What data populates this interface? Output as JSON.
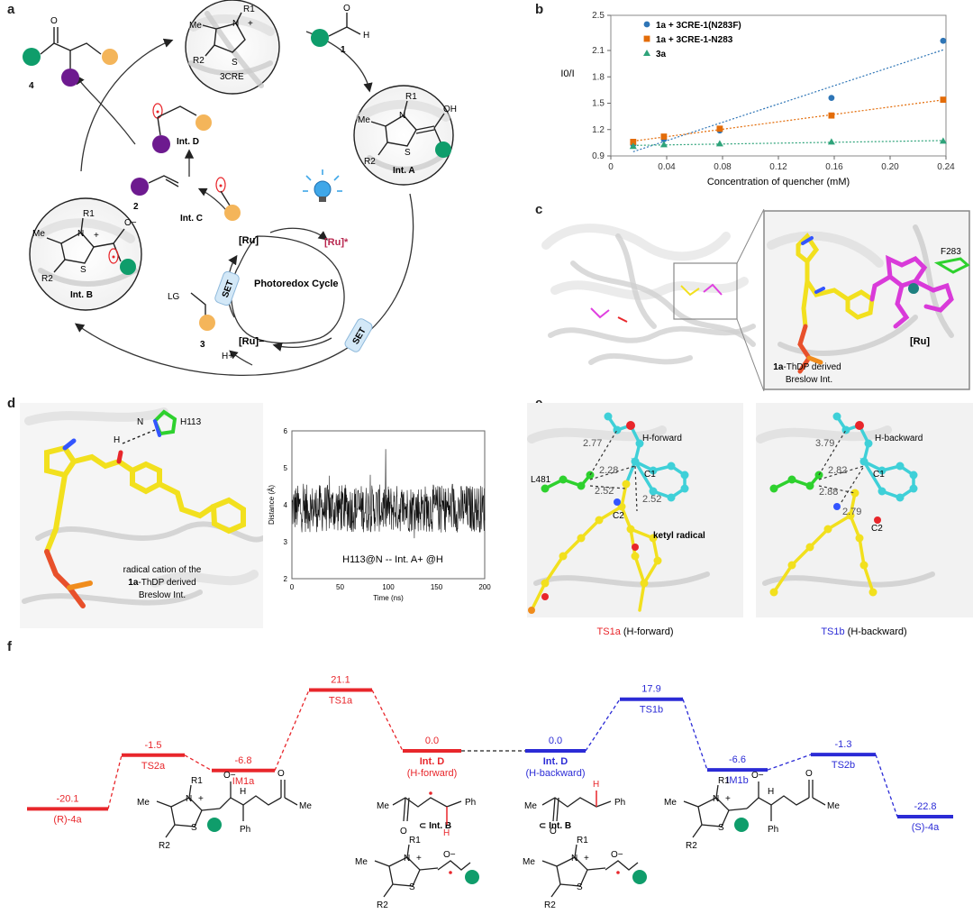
{
  "panels": [
    "a",
    "b",
    "c",
    "d",
    "e",
    "f"
  ],
  "panel_a": {
    "circle_3cre": "3CRE",
    "int_a": "Int. A",
    "int_b": "Int. B",
    "int_c": "Int. C",
    "int_d": "Int. D",
    "compound_1": "1",
    "compound_2": "2",
    "compound_3": "3",
    "compound_4": "4",
    "ru": "[Ru]",
    "ru_star": "[Ru]*",
    "ru_minus": "[Ru]−",
    "set1": "SET",
    "set2": "SET",
    "photoredox": "Photoredox Cycle",
    "hplus": "H+",
    "lg": "LG",
    "me": "Me",
    "r1": "R1",
    "r2": "R2",
    "oh": "OH",
    "o_minus": "O−",
    "s": "S",
    "n": "N",
    "h": "H",
    "o": "O",
    "plus": "+"
  },
  "chart_data": {
    "type": "scatter",
    "title": "",
    "xlabel": "Concentration of quencher (mM)",
    "ylabel": "I0/I",
    "xlim": [
      0,
      0.24
    ],
    "ylim": [
      0.9,
      2.5
    ],
    "xticks": [
      "0",
      "0.04",
      "0.08",
      "0.12",
      "0.16",
      "0.20",
      "0.24"
    ],
    "yticks": [
      "0.9",
      "1.2",
      "1.5",
      "1.8",
      "2.1",
      "2.5"
    ],
    "legend_position": "top-left",
    "series": [
      {
        "name": "1a + 3CRE-1(N283F)",
        "color": "#2e75b6",
        "marker": "circle",
        "x": [
          0.016,
          0.038,
          0.078,
          0.158,
          0.238
        ],
        "y": [
          1.03,
          1.09,
          1.19,
          1.56,
          2.21
        ]
      },
      {
        "name": "1a + 3CRE-1-N283",
        "color": "#e36c09",
        "marker": "square",
        "x": [
          0.016,
          0.038,
          0.078,
          0.158,
          0.238
        ],
        "y": [
          1.06,
          1.12,
          1.21,
          1.36,
          1.54
        ]
      },
      {
        "name": "3a",
        "color": "#2ea37a",
        "marker": "triangle",
        "x": [
          0.016,
          0.038,
          0.078,
          0.158,
          0.238
        ],
        "y": [
          1.01,
          1.03,
          1.04,
          1.06,
          1.07
        ]
      }
    ]
  },
  "panel_c": {
    "f283": "F283",
    "ru": "[Ru]",
    "caption_bold": "1a",
    "caption_rest": "-ThDP derived",
    "caption_line2": "Breslow Int."
  },
  "panel_d": {
    "h": "H",
    "n": "N",
    "h113": "H113",
    "caption1": "radical cation of the",
    "caption2_bold": "1a",
    "caption2_rest": "-ThDP derived",
    "caption3": "Breslow Int.",
    "md_chart": {
      "xlabel": "Time (ns)",
      "ylabel": "Distance (Å)",
      "xticks": [
        "0",
        "50",
        "100",
        "150",
        "200"
      ],
      "yticks": [
        "2",
        "3",
        "4",
        "5",
        "6"
      ],
      "annotation": "H113@N -- Int. A+ @H"
    }
  },
  "panel_e": {
    "left": {
      "distances": [
        "2.77",
        "2.28",
        "2.52",
        "2.52"
      ],
      "labels": [
        "H-forward",
        "L481",
        "C1",
        "C2",
        "ketyl radical"
      ],
      "caption_ts": "TS1a",
      "caption_rest": " (H-forward)"
    },
    "right": {
      "distances": [
        "3.79",
        "2.82",
        "2.88",
        "2.79"
      ],
      "labels": [
        "H-backward",
        "C1",
        "C2"
      ],
      "caption_ts": "TS1b",
      "caption_rest": " (H-backward)"
    }
  },
  "panel_f": {
    "red_levels": [
      {
        "value": "-20.1",
        "label": "(R)-4a"
      },
      {
        "value": "-1.5",
        "label": "TS2a"
      },
      {
        "value": "-6.8",
        "label": "IM1a"
      },
      {
        "value": "21.1",
        "label": "TS1a"
      },
      {
        "value": "0.0",
        "label": "Int. D",
        "sub": "(H-forward)"
      }
    ],
    "blue_levels": [
      {
        "value": "0.0",
        "label": "Int. D",
        "sub": "(H-backward)"
      },
      {
        "value": "17.9",
        "label": "TS1b"
      },
      {
        "value": "-6.6",
        "label": "IM1b"
      },
      {
        "value": "-1.3",
        "label": "TS2b"
      },
      {
        "value": "-22.8",
        "label": "(S)-4a"
      }
    ],
    "int_b_tag": "⊂ Int. B",
    "ph": "Ph",
    "me": "Me",
    "o": "O",
    "h": "H",
    "o_minus": "O−",
    "r1": "R1",
    "r2": "R2",
    "n": "N",
    "s": "S",
    "plus": "+"
  },
  "colors": {
    "red": "#e8262b",
    "blue": "#2b2bd6",
    "green": "#0f9d6b",
    "purple": "#6d1a8f",
    "orange": "#f4b55a",
    "yellow": "#f2e01e",
    "cyan": "#3fd0d8"
  }
}
